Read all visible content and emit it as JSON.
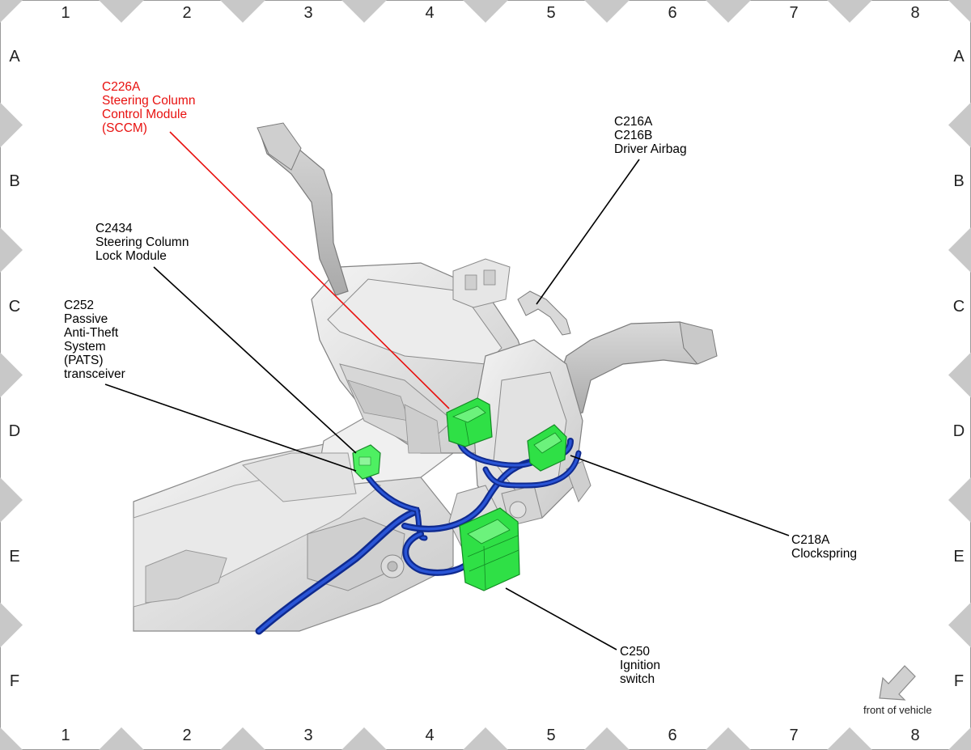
{
  "grid": {
    "columns": [
      "1",
      "2",
      "3",
      "4",
      "5",
      "6",
      "7",
      "8"
    ],
    "rows": [
      "A",
      "B",
      "C",
      "D",
      "E",
      "F"
    ]
  },
  "callouts": [
    {
      "id": "c226a",
      "lines": [
        "C226A",
        "Steering Column",
        "Control Module",
        "(SCCM)"
      ],
      "highlight": true
    },
    {
      "id": "c216",
      "lines": [
        "C216A",
        "C216B",
        "Driver Airbag"
      ],
      "highlight": false
    },
    {
      "id": "c2434",
      "lines": [
        "C2434",
        "Steering Column",
        "Lock Module"
      ],
      "highlight": false
    },
    {
      "id": "c252",
      "lines": [
        "C252",
        "Passive",
        "Anti-Theft",
        "System",
        "(PATS)",
        "transceiver"
      ],
      "highlight": false
    },
    {
      "id": "c218a",
      "lines": [
        "C218A",
        "Clockspring"
      ],
      "highlight": false
    },
    {
      "id": "c250",
      "lines": [
        "C250",
        "Ignition",
        "switch"
      ],
      "highlight": false
    }
  ],
  "orientation": {
    "label": "front of vehicle",
    "icon": "arrow-down-left-icon"
  },
  "colors": {
    "highlight": "#e8110f",
    "connector": "#33ee44",
    "harness": "#1a3fbf",
    "component": "#e4e4e4",
    "border_marker": "#c8c8c8"
  }
}
